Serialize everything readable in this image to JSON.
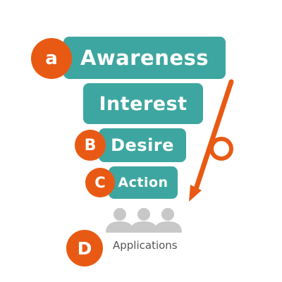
{
  "funnel": {
    "stages": [
      {
        "label": "Awareness"
      },
      {
        "label": "Interest"
      },
      {
        "label": "Desire"
      },
      {
        "label": "Action"
      }
    ],
    "badges": {
      "a": "a",
      "b": "B",
      "c": "C",
      "d": "D"
    },
    "result_label": "Applications"
  },
  "icons": {
    "people": "people-group-icon",
    "arrow": "down-arrow-icon"
  },
  "colors": {
    "stage_fill": "#3ea6a0",
    "accent": "#e85a14",
    "people": "#c8c8c8",
    "label_text": "#555555"
  }
}
